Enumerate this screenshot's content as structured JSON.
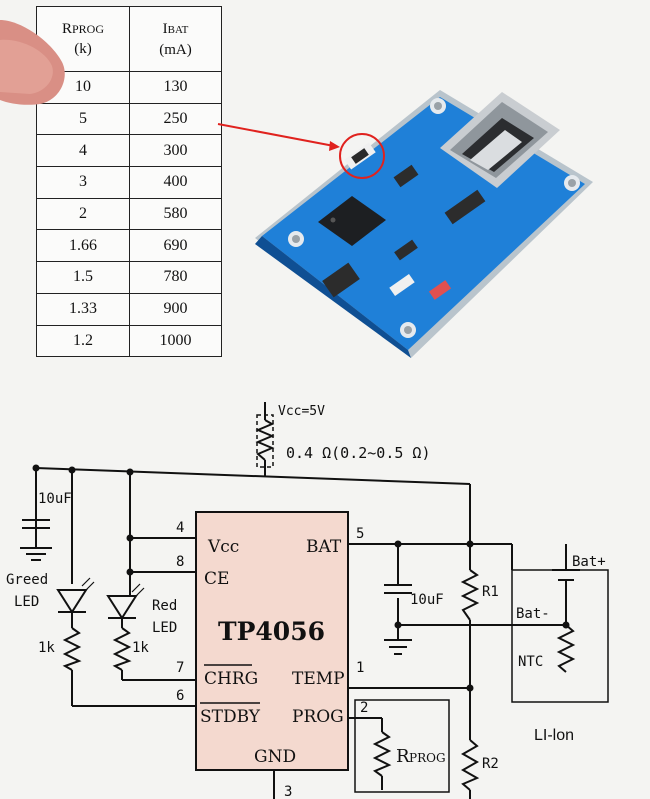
{
  "table": {
    "header_rprog_main": "R",
    "header_rprog_sub": "PROG",
    "header_rprog_unit": "(k)",
    "header_ibat_main": "I",
    "header_ibat_sub": "BAT",
    "header_ibat_unit": "(mA)",
    "rows": [
      {
        "r": "10",
        "i": "130"
      },
      {
        "r": "5",
        "i": "250"
      },
      {
        "r": "4",
        "i": "300"
      },
      {
        "r": "3",
        "i": "400"
      },
      {
        "r": "2",
        "i": "580"
      },
      {
        "r": "1.66",
        "i": "690"
      },
      {
        "r": "1.5",
        "i": "780"
      },
      {
        "r": "1.33",
        "i": "900"
      },
      {
        "r": "1.2",
        "i": "1000"
      }
    ]
  },
  "board": {
    "chip_marking": "",
    "usb": "mini-usb-connector"
  },
  "schematic": {
    "vcc_label": "Vcc=5V",
    "resistor_note": "0.4 Ω(0.2~0.5 Ω)",
    "cap1_label": "10uF",
    "green_led_label_1": "Greed",
    "green_led_label_2": "LED",
    "red_led_label_1": "Red",
    "red_led_label_2": "LED",
    "r_left_1": "1k",
    "r_left_2": "1k",
    "ic_name": "TP4056",
    "pin_vcc": "Vcc",
    "pin_ce": "CE",
    "pin_chrg": "CHRG",
    "pin_stdby": "STDBY",
    "pin_bat": "BAT",
    "pin_temp": "TEMP",
    "pin_prog": "PROG",
    "pin_gnd": "GND",
    "pin_num_4": "4",
    "pin_num_8": "8",
    "pin_num_7": "7",
    "pin_num_6": "6",
    "pin_num_5": "5",
    "pin_num_1": "1",
    "pin_num_2": "2",
    "pin_num_3": "3",
    "cap2_label": "10uF",
    "r1_label": "R1",
    "r2_label": "R2",
    "rprog_main": "R",
    "rprog_sub": "PROG",
    "bat_plus": "Bat+",
    "bat_minus": "Bat-",
    "ntc_label": "NTC",
    "liion_label": "LI-lon"
  },
  "colors": {
    "ic_fill": "#f4d9cf",
    "pcb_blue": "#1f80d8",
    "arrow_red": "#e0221e"
  }
}
